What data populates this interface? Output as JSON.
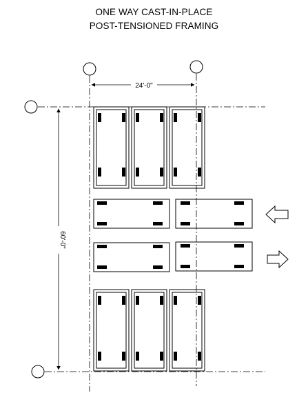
{
  "title": {
    "line1": "ONE WAY CAST-IN-PLACE",
    "line2": "POST-TENSIONED FRAMING"
  },
  "dimensions": {
    "horizontal": "24'-0\"",
    "vertical": "60'-0\""
  },
  "arrows": [
    {
      "name": "arrow-left",
      "direction": "left"
    },
    {
      "name": "arrow-right",
      "direction": "right"
    }
  ],
  "parking_stalls": {
    "top_row_vertical_cars": 3,
    "middle_upper_row_horizontal_cars": 2,
    "middle_lower_row_horizontal_cars": 2,
    "bottom_row_vertical_cars": 3
  }
}
